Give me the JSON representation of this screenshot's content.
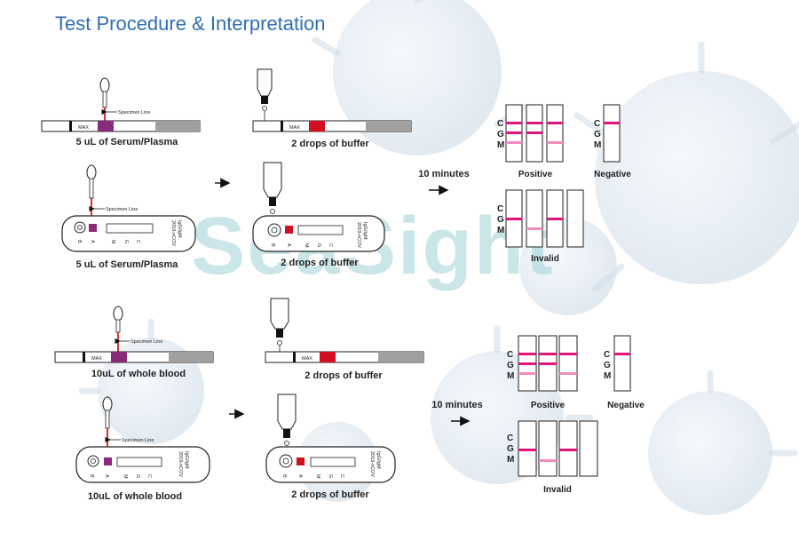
{
  "title": "Test Procedure & Interpretation",
  "watermark": "SeaSight",
  "specimen_line": "Specimen Line",
  "max": "MAX",
  "cassette_text": {
    "brand": "2019-nCOV",
    "test": "IgG/IgM",
    "b": "B",
    "a": "A",
    "m": "M",
    "g": "G",
    "c": "C"
  },
  "serum": {
    "strip_caption": "5 uL of Serum/Plasma",
    "strip_buffer_caption": "2 drops of buffer",
    "cassette_caption": "5 uL of Serum/Plasma",
    "cassette_buffer_caption": "2 drops of buffer",
    "time": "10 minutes"
  },
  "blood": {
    "strip_caption": "10uL of whole blood",
    "strip_buffer_caption": "2 drops of buffer",
    "cassette_caption": "10uL of whole blood",
    "cassette_buffer_caption": "2 drops of buffer",
    "time": "10 minutes"
  },
  "results": {
    "c": "C",
    "g": "G",
    "m": "M",
    "positive": "Positive",
    "negative": "Negative",
    "invalid": "Invalid"
  },
  "colors": {
    "title": "#2f6fb2",
    "line_pink": "#e0147a",
    "line_light_pink": "#f08cc0",
    "specimen_purple": "#8a2a7a",
    "buffer_red": "#d01020",
    "pad_gray": "#a0a0a0"
  }
}
